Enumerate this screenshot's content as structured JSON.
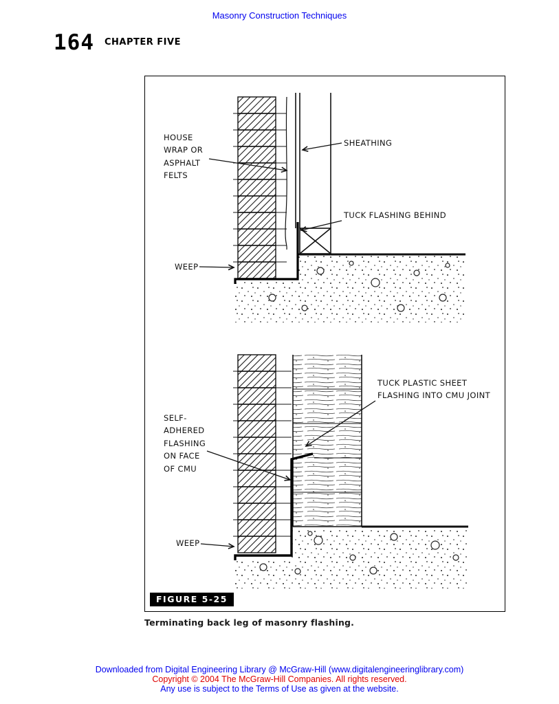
{
  "header": {
    "running_title": "Masonry Construction Techniques",
    "page_number": "164",
    "chapter_title": "CHAPTER FIVE"
  },
  "figure": {
    "tag": "FIGURE 5-25",
    "caption": "Terminating back leg of masonry flashing."
  },
  "diagram_top": {
    "labels": {
      "house_wrap": "HOUSE\nWRAP OR\nASPHALT\nFELTS",
      "sheathing": "SHEATHING",
      "tuck_flashing": "TUCK FLASHING BEHIND",
      "weep": "WEEP"
    }
  },
  "diagram_bottom": {
    "labels": {
      "tuck_plastic": "TUCK PLASTIC SHEET\nFLASHING INTO CMU JOINT",
      "self_adhered": "SELF-\nADHERED\nFLASHING\nON FACE\nOF CMU",
      "weep": "WEEP"
    }
  },
  "footer": {
    "line1": "Downloaded from Digital Engineering Library @ McGraw-Hill (www.digitalengineeringlibrary.com)",
    "line2": "Copyright © 2004 The McGraw-Hill Companies. All rights reserved.",
    "line3": "Any use is subject to the Terms of Use as given at the website."
  },
  "colors": {
    "link_blue": "#0000ee",
    "copyright_red": "#dd0000"
  }
}
